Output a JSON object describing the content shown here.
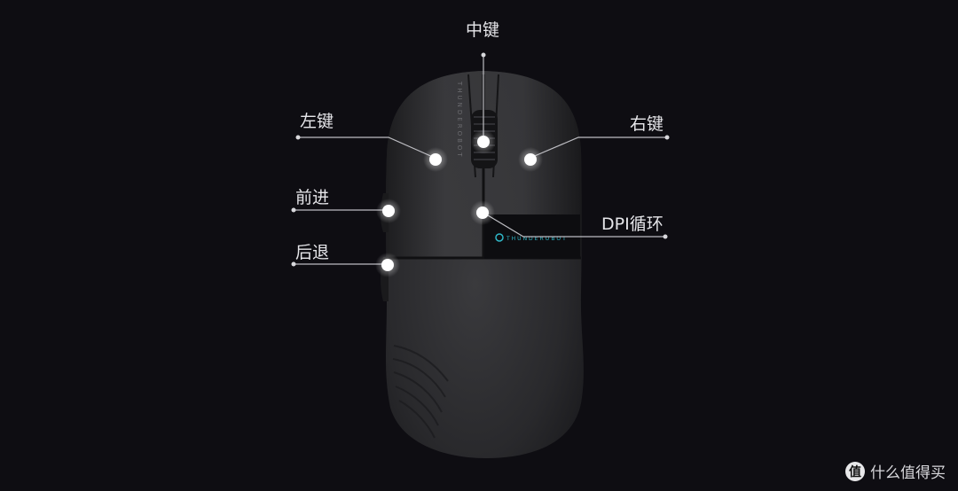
{
  "labels": {
    "middle": "中键",
    "left": "左键",
    "right": "右键",
    "forward": "前进",
    "back": "后退",
    "dpi": "DPI循环"
  },
  "brand": {
    "top_engraving": "THUNDEROBOT",
    "badge_text": "THUNDEROBOT",
    "accent_color": "#2fb8c8"
  },
  "watermark": {
    "logo_glyph": "值",
    "text": "什么值得买"
  },
  "colors": {
    "background": "#0e0d12",
    "mouse_body": "#2b2b2d",
    "leader_line": "#bdbdc2",
    "hotspot": "#ffffff"
  }
}
